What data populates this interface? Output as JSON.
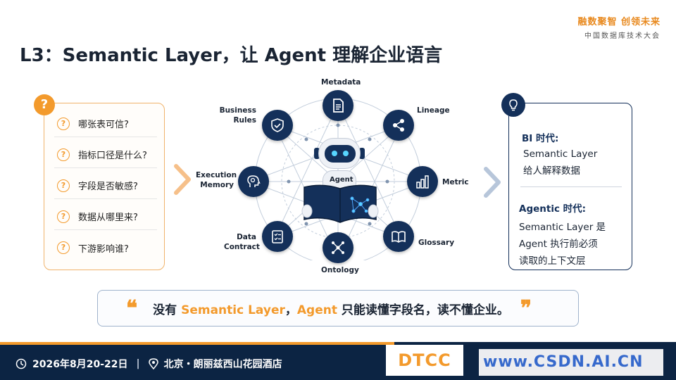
{
  "brand": {
    "slogan": "融数聚智 创领未来",
    "subtitle": "中国数据库技术大会"
  },
  "title": "L3：Semantic Layer，让 Agent 理解企业语言",
  "questions": {
    "badge": "?",
    "icon_glyph": "?",
    "items": [
      "哪张表可信?",
      "指标口径是什么?",
      "字段是否敏感?",
      "数据从哪里来?",
      "下游影响谁?"
    ]
  },
  "diagram": {
    "center_label": "Agent",
    "nodes": {
      "metadata": "Metadata",
      "lineage": "Lineage",
      "metric": "Metric",
      "glossary": "Glossary",
      "ontology": "Ontology",
      "data_contract_1": "Data",
      "data_contract_2": "Contract",
      "execution_memory_1": "Execution",
      "execution_memory_2": "Memory",
      "business_rules_1": "Business",
      "business_rules_2": "Rules"
    }
  },
  "insights": {
    "bi_heading": "BI 时代:",
    "bi_line1": "Semantic Layer",
    "bi_line2": "给人解释数据",
    "agentic_heading": "Agentic 时代:",
    "agentic_line1": "Semantic Layer 是",
    "agentic_line2": "Agent 执行前必须",
    "agentic_line3": "读取的上下文层"
  },
  "quote": {
    "open_mark": "❝",
    "close_mark": "❞",
    "part1": "没有 ",
    "highlight1": "Semantic Layer",
    "part2": "，",
    "highlight2": "Agent",
    "part3": " 只能读懂字段名，读不懂企业。"
  },
  "footer": {
    "date": "2026年8月20-22日",
    "separator": "|",
    "location": "北京・朗丽兹西山花园酒店",
    "logo": "DTCC",
    "watermark": "www.CSDN.AI.CN"
  },
  "colors": {
    "accent": "#f39a2c",
    "navy": "#14305a",
    "footer": "#0c2443"
  }
}
